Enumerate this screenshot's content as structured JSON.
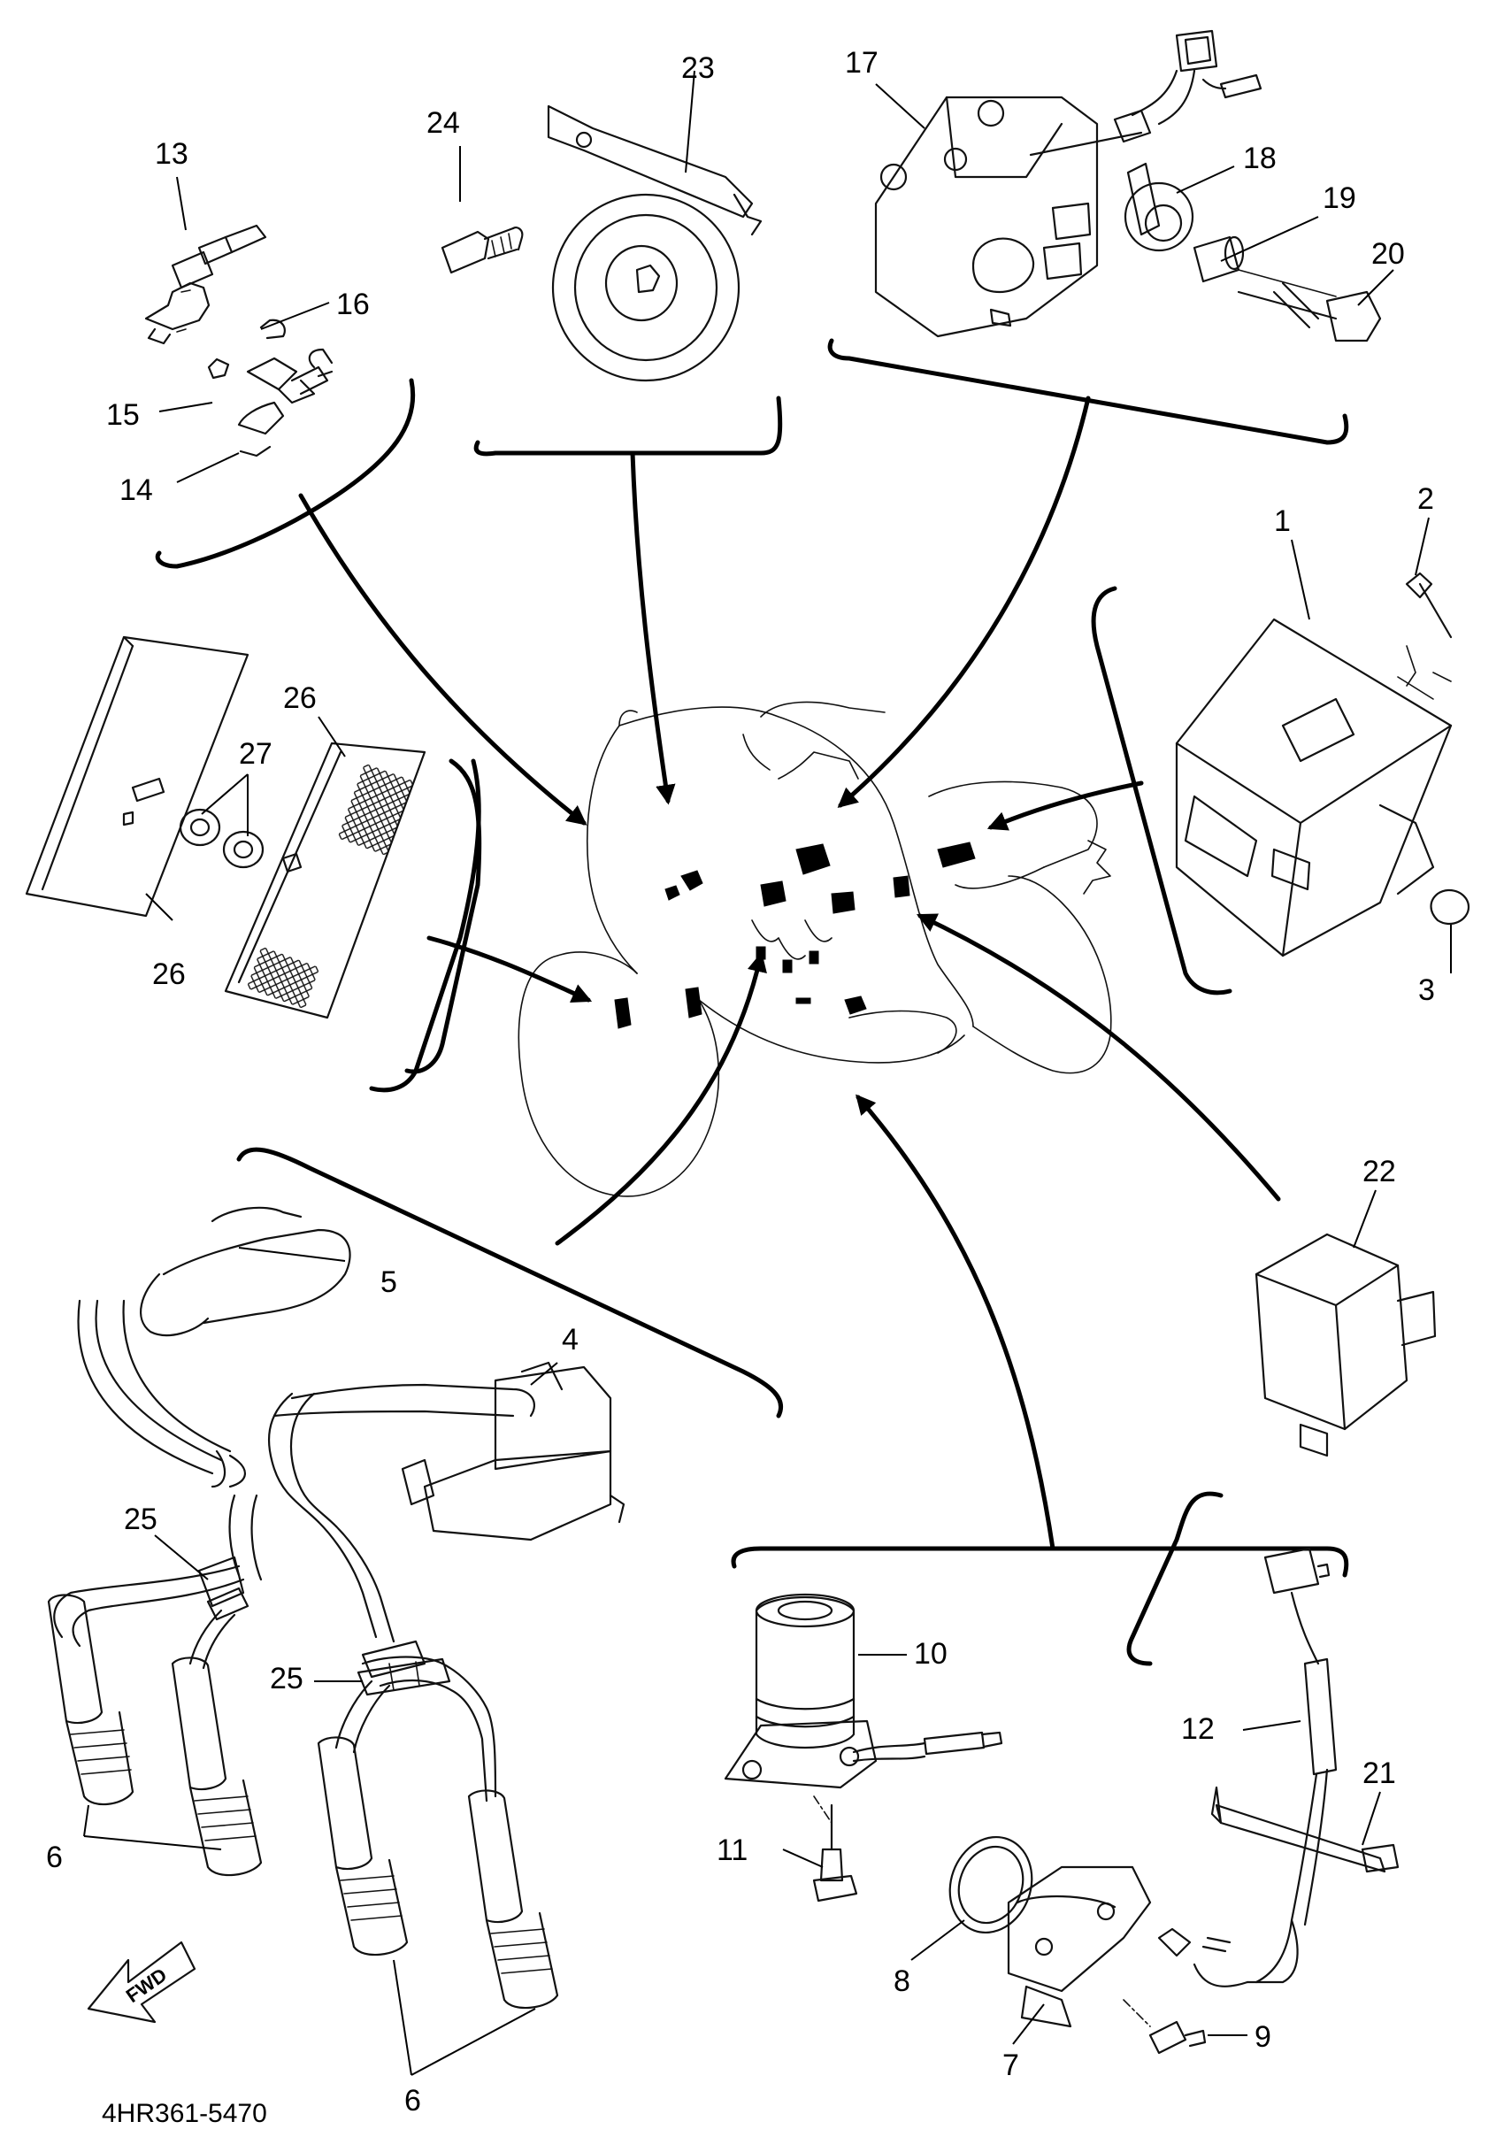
{
  "diagram": {
    "drawing_code": "4HR361-5470",
    "direction_label": "FWD",
    "parts": {
      "p1": "1",
      "p2": "2",
      "p3": "3",
      "p4": "4",
      "p5": "5",
      "p6a": "6",
      "p6b": "6",
      "p7": "7",
      "p8": "8",
      "p9": "9",
      "p10": "10",
      "p11": "11",
      "p12": "12",
      "p13": "13",
      "p14": "14",
      "p15": "15",
      "p16": "16",
      "p17": "17",
      "p18": "18",
      "p19": "19",
      "p20": "20",
      "p21": "21",
      "p22": "22",
      "p23": "23",
      "p24": "24",
      "p25a": "25",
      "p25b": "25",
      "p26a": "26",
      "p26b": "26",
      "p27": "27"
    }
  }
}
